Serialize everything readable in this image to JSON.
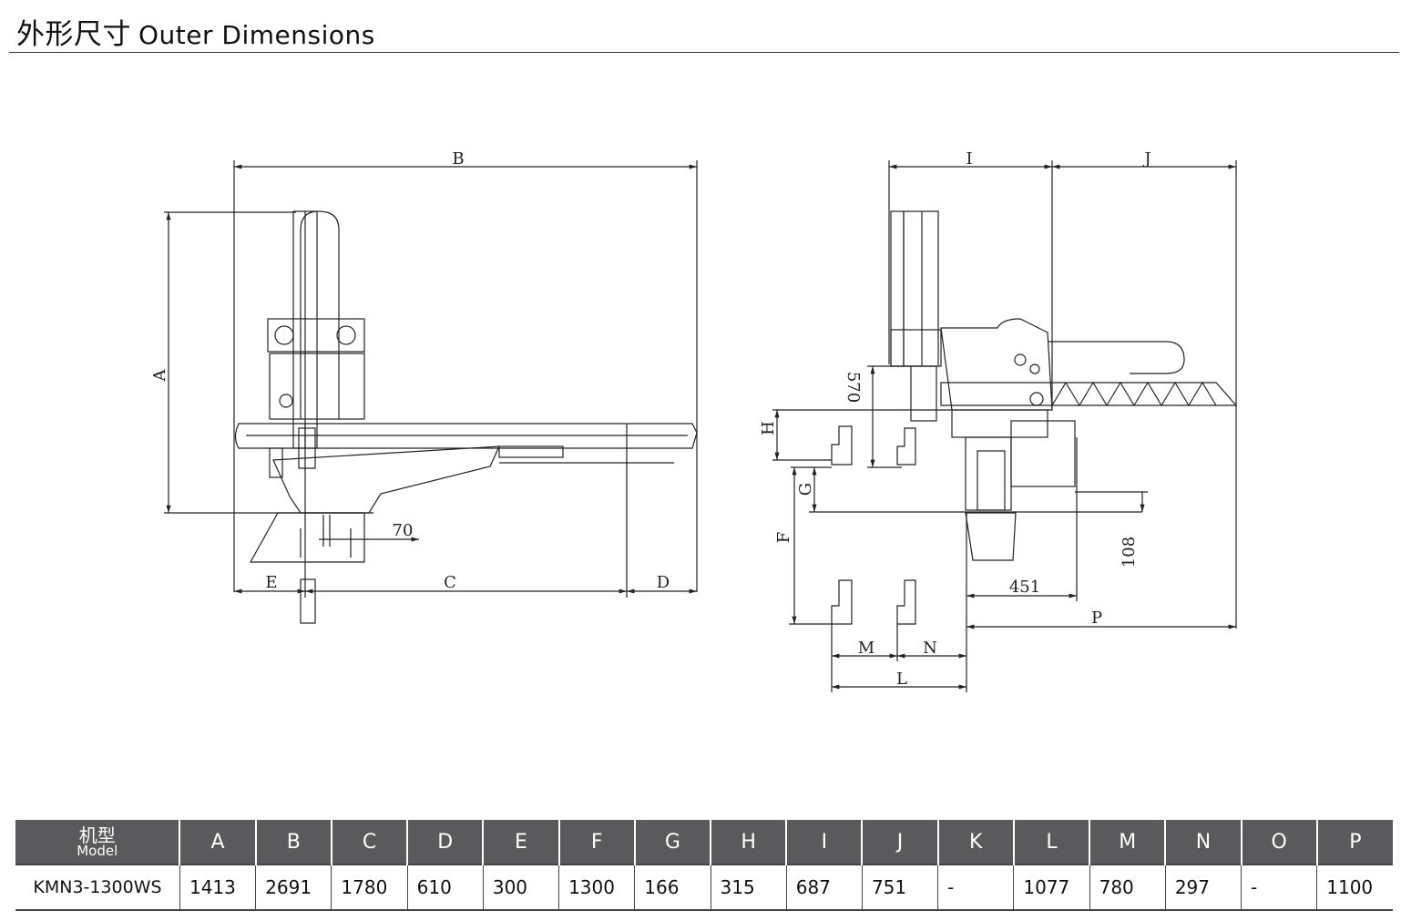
{
  "header": {
    "title_cn": "外形尺寸",
    "title_en": "Outer Dimensions"
  },
  "drawing": {
    "labels": {
      "A": "A",
      "B": "B",
      "C": "C",
      "D": "D",
      "E": "E",
      "F": "F",
      "G": "G",
      "H": "H",
      "I": "I",
      "J": "J",
      "L": "L",
      "M": "M",
      "N": "N",
      "P": "P"
    },
    "dims": {
      "d70": "70",
      "d570": "570",
      "d108": "108",
      "d451": "451"
    }
  },
  "table": {
    "model_cn": "机型",
    "model_en": "Model",
    "columns": [
      "A",
      "B",
      "C",
      "D",
      "E",
      "F",
      "G",
      "H",
      "I",
      "J",
      "K",
      "L",
      "M",
      "N",
      "O",
      "P"
    ],
    "rows": [
      {
        "model": "KMN3-1300WS",
        "values": [
          "1413",
          "2691",
          "1780",
          "610",
          "300",
          "1300",
          "166",
          "315",
          "687",
          "751",
          "-",
          "1077",
          "780",
          "297",
          "-",
          "1100"
        ]
      }
    ]
  }
}
